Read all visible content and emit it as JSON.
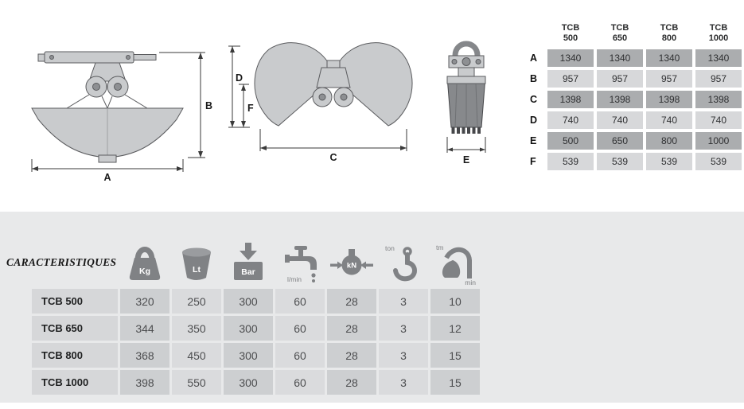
{
  "drawings": {
    "dim_labels": [
      "A",
      "B",
      "C",
      "D",
      "E",
      "F"
    ]
  },
  "dimensions_table": {
    "columns": [
      {
        "line1": "TCB",
        "line2": "500"
      },
      {
        "line1": "TCB",
        "line2": "650"
      },
      {
        "line1": "TCB",
        "line2": "800"
      },
      {
        "line1": "TCB",
        "line2": "1000"
      }
    ],
    "rows": [
      {
        "label": "A",
        "values": [
          "1340",
          "1340",
          "1340",
          "1340"
        ]
      },
      {
        "label": "B",
        "values": [
          "957",
          "957",
          "957",
          "957"
        ]
      },
      {
        "label": "C",
        "values": [
          "1398",
          "1398",
          "1398",
          "1398"
        ]
      },
      {
        "label": "D",
        "values": [
          "740",
          "740",
          "740",
          "740"
        ]
      },
      {
        "label": "E",
        "values": [
          "500",
          "650",
          "800",
          "1000"
        ]
      },
      {
        "label": "F",
        "values": [
          "539",
          "539",
          "539",
          "539"
        ]
      }
    ]
  },
  "spec_table": {
    "title": "CARACTERISTIQUES",
    "columns": [
      {
        "icon": "weight-icon",
        "label": "Kg"
      },
      {
        "icon": "capacity-icon",
        "label": "Lt"
      },
      {
        "icon": "pressure-icon",
        "label": "Bar"
      },
      {
        "icon": "flow-icon",
        "label": "l/min"
      },
      {
        "icon": "closing-force-icon",
        "label": "kN"
      },
      {
        "icon": "load-icon",
        "label": "ton"
      },
      {
        "icon": "lifting-moment-icon",
        "label": "tm",
        "sublabel": "min"
      }
    ],
    "rows": [
      {
        "model": "TCB 500",
        "values": [
          "320",
          "250",
          "300",
          "60",
          "28",
          "3",
          "10"
        ]
      },
      {
        "model": "TCB 650",
        "values": [
          "344",
          "350",
          "300",
          "60",
          "28",
          "3",
          "12"
        ]
      },
      {
        "model": "TCB 800",
        "values": [
          "368",
          "450",
          "300",
          "60",
          "28",
          "3",
          "15"
        ]
      },
      {
        "model": "TCB 1000",
        "values": [
          "398",
          "550",
          "300",
          "60",
          "28",
          "3",
          "15"
        ]
      }
    ]
  },
  "colors": {
    "panel_bg": "#e8e9ea",
    "dim_row_dark": "#abadaf",
    "dim_row_light": "#d7d8da",
    "spec_cell_dark": "#cdcfd1",
    "spec_cell_light": "#dadbdd",
    "icon_gray": "#808285"
  }
}
